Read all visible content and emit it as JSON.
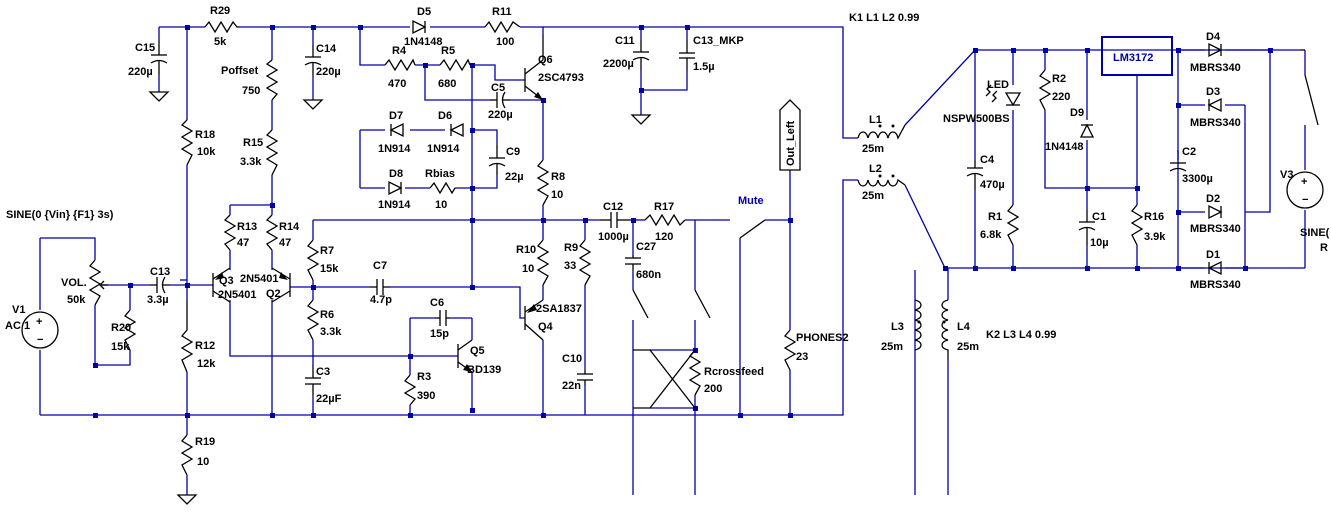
{
  "components": {
    "R29": {
      "ref": "R29",
      "value": "5k"
    },
    "C15": {
      "ref": "C15",
      "value": "220µ"
    },
    "D5": {
      "ref": "D5",
      "value": "1N4148"
    },
    "R11": {
      "ref": "R11",
      "value": "100"
    },
    "C14": {
      "ref": "C14",
      "value": "220µ"
    },
    "Poffset": {
      "ref": "Poffset",
      "value": "750"
    },
    "R4": {
      "ref": "R4",
      "value": "470"
    },
    "R5": {
      "ref": "R5",
      "value": "680"
    },
    "Q6": {
      "ref": "Q6",
      "value": "2SC4793"
    },
    "C5": {
      "ref": "C5",
      "value": "220µ"
    },
    "C11": {
      "ref": "C11",
      "value": "2200µ"
    },
    "C13MKP": {
      "ref": "C13_MKP",
      "value": "1.5µ"
    },
    "R18": {
      "ref": "R18",
      "value": "10k"
    },
    "R15": {
      "ref": "R15",
      "value": "3.3k"
    },
    "D7": {
      "ref": "D7",
      "value": "1N914"
    },
    "D6": {
      "ref": "D6",
      "value": "1N914"
    },
    "C9": {
      "ref": "C9",
      "value": "22µ"
    },
    "D8": {
      "ref": "D8",
      "value": "1N914"
    },
    "Rbias": {
      "ref": "Rbias",
      "value": "10"
    },
    "R8": {
      "ref": "R8",
      "value": "10"
    },
    "R13": {
      "ref": "R13",
      "value": "47"
    },
    "R14": {
      "ref": "R14",
      "value": "47"
    },
    "R7": {
      "ref": "R7",
      "value": "15k"
    },
    "C12": {
      "ref": "C12",
      "value": "1000µ"
    },
    "R17": {
      "ref": "R17",
      "value": "120"
    },
    "C27": {
      "ref": "C27",
      "value": "680n"
    },
    "R10": {
      "ref": "R10",
      "value": "10"
    },
    "R9": {
      "ref": "R9",
      "value": "33"
    },
    "C13": {
      "ref": "C13",
      "value": "3.3µ"
    },
    "VOL": {
      "ref": "VOL.",
      "value": "50k"
    },
    "Q3": {
      "ref": "Q3",
      "value": "2N5401"
    },
    "Q2": {
      "ref": "Q2",
      "value": "2N5401"
    },
    "C7": {
      "ref": "C7",
      "value": "4.7p"
    },
    "R6": {
      "ref": "R6",
      "value": "3.3k"
    },
    "Q4": {
      "ref": "Q4",
      "value": "2SA1837"
    },
    "C6": {
      "ref": "C6",
      "value": "15p"
    },
    "R20": {
      "ref": "R20",
      "value": "15k"
    },
    "R12": {
      "ref": "R12",
      "value": "12k"
    },
    "Q5": {
      "ref": "Q5",
      "value": "BD139"
    },
    "C10": {
      "ref": "C10",
      "value": "22n"
    },
    "Rcrossfeed": {
      "ref": "Rcrossfeed",
      "value": "200"
    },
    "R3": {
      "ref": "R3",
      "value": "390"
    },
    "C3": {
      "ref": "C3",
      "value": "22µF"
    },
    "R19": {
      "ref": "R19",
      "value": "10"
    },
    "PHONES2": {
      "ref": "PHONES2",
      "value": "23"
    },
    "L1": {
      "ref": "L1",
      "value": "25m"
    },
    "L2": {
      "ref": "L2",
      "value": "25m"
    },
    "L3": {
      "ref": "L3",
      "value": "25m"
    },
    "L4": {
      "ref": "L4",
      "value": "25m"
    },
    "LED": {
      "ref": "LED",
      "value": "NSPW500BS"
    },
    "C4": {
      "ref": "C4",
      "value": "470µ"
    },
    "R1": {
      "ref": "R1",
      "value": "6.8k"
    },
    "R2": {
      "ref": "R2",
      "value": "220"
    },
    "D9": {
      "ref": "D9",
      "value": "1N4148"
    },
    "C1": {
      "ref": "C1",
      "value": "10µ"
    },
    "R16": {
      "ref": "R16",
      "value": "3.9k"
    },
    "LM3172": {
      "ref": "LM3172"
    },
    "C2": {
      "ref": "C2",
      "value": "3300µ"
    },
    "D4": {
      "ref": "D4",
      "value": "MBRS340"
    },
    "D3": {
      "ref": "D3",
      "value": "MBRS340"
    },
    "D2": {
      "ref": "D2",
      "value": "MBRS340"
    },
    "D1": {
      "ref": "D1",
      "value": "MBRS340"
    },
    "V1": {
      "ref": "V1",
      "value": "AC 1"
    },
    "V3": {
      "ref": "V3",
      "value": "SINE(",
      "value2": "R"
    }
  },
  "directives": {
    "k1": "K1 L1 L2 0.99",
    "k2": "K2 L3 L4 0.99",
    "sine_in": "SINE(0 {Vin} {F1} 3s)"
  },
  "net_labels": {
    "mute": "Mute",
    "out_left": "Out_Left"
  },
  "colors": {
    "wire": "#0000a8",
    "component": "#000000",
    "background": "#ffffff"
  }
}
